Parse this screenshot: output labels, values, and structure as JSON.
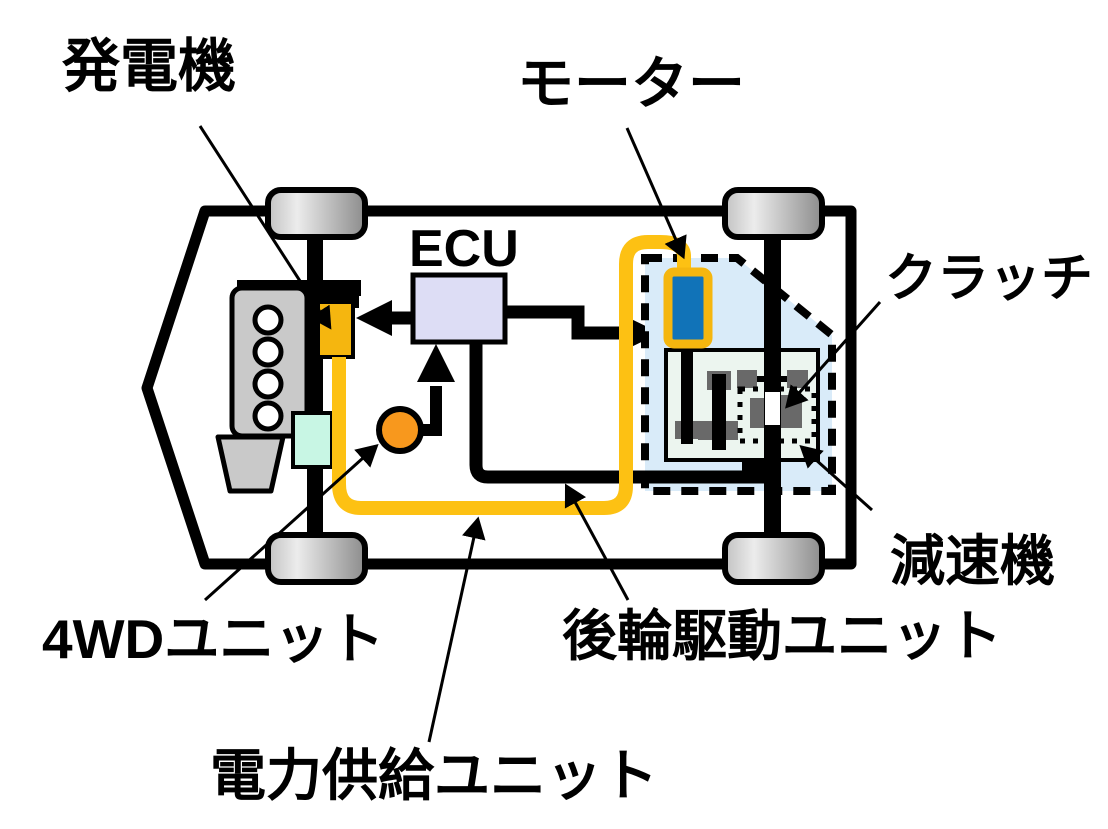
{
  "diagram_title": "4WD hybrid drivetrain schematic (top view, front of car at left)",
  "labels": {
    "generator": "発電機",
    "motor": "モーター",
    "ecu": "ECU",
    "clutch": "クラッチ",
    "reduction_gear": "減速機",
    "awd_unit": "4WDユニット",
    "rear_drive_unit": "後輪駆動ユニット",
    "power_supply_unit": "電力供給ユニット"
  },
  "colors": {
    "generator_gold": "#F5B60F",
    "cable_yellow": "#FDC113",
    "node_orange": "#F8981D",
    "mint": "#C8F6E4",
    "ecu_lavender": "#DDDDF5",
    "rear_unit_blue": "#D9EBF9",
    "gearbox_pale": "#ECF5EF",
    "motor_blue": "#1173B8",
    "engine_gray": "#C9C9C9",
    "block_gray": "#696969",
    "line_black": "#000000"
  }
}
